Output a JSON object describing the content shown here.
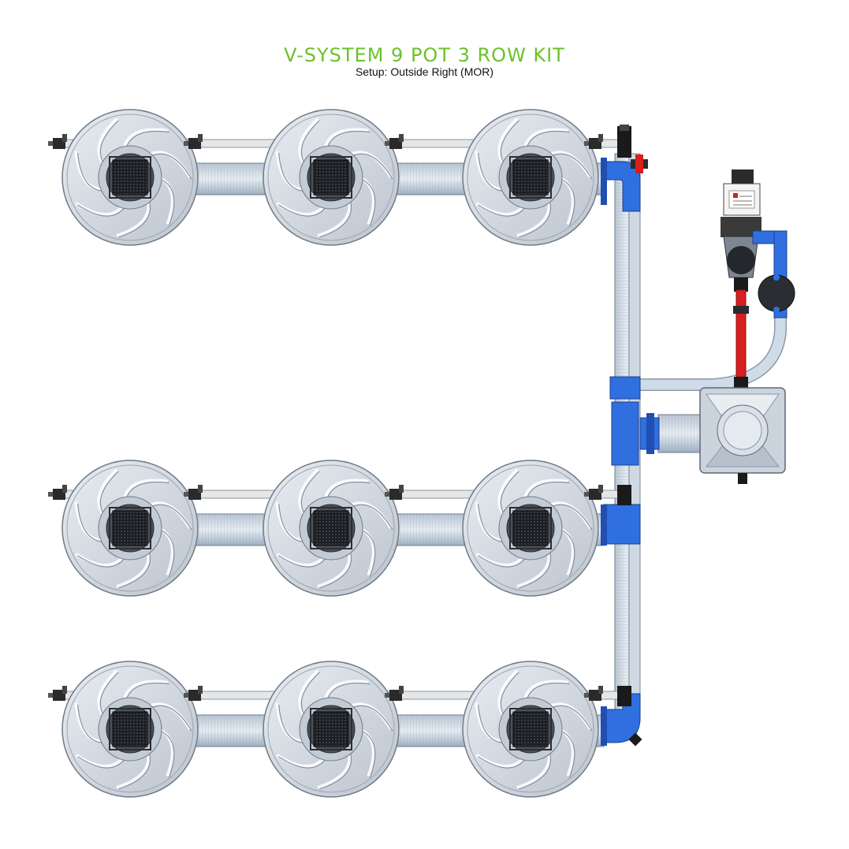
{
  "header": {
    "title": "V-SYSTEM 9 POT 3 ROW KIT",
    "subtitle": "Setup: Outside Right (MOR)"
  },
  "colors": {
    "title_green": "#6cc12a",
    "pot_grey": "#d6dbe2",
    "pipe_blue": "#2f6fe0",
    "feed_red": "#d81e1e",
    "hose_light": "#c8d6e4"
  },
  "layout": {
    "rows": 3,
    "pots_per_row": 3,
    "controller_side": "right"
  }
}
